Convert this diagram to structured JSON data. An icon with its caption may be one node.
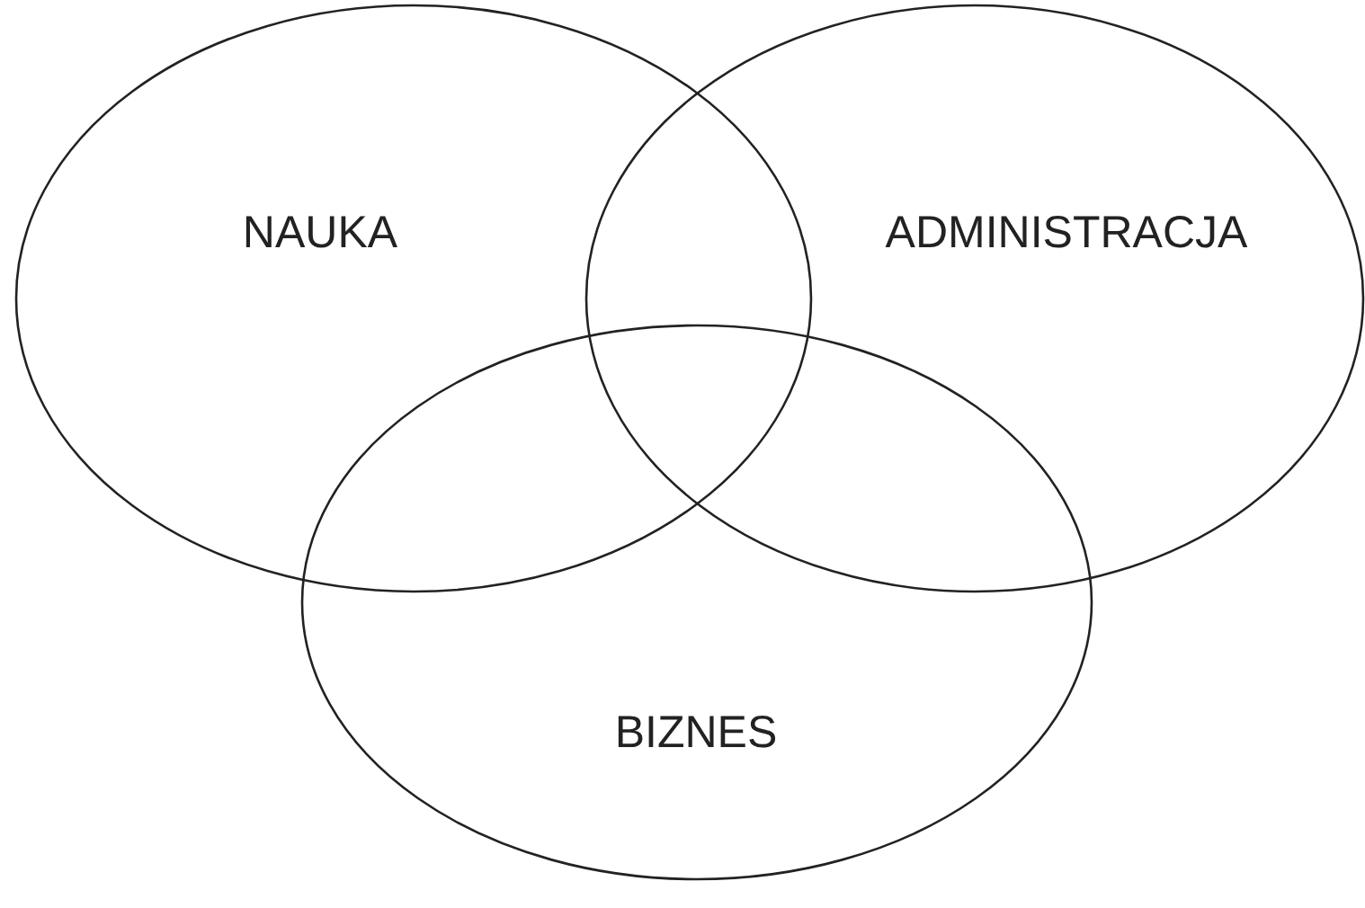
{
  "diagram": {
    "nodes": [
      {
        "text": [
          "NAUKA"
        ]
      },
      {
        "text": [
          "ADMINISTRACJA"
        ]
      },
      {
        "text": [
          "BIZNES"
        ]
      }
    ]
  }
}
